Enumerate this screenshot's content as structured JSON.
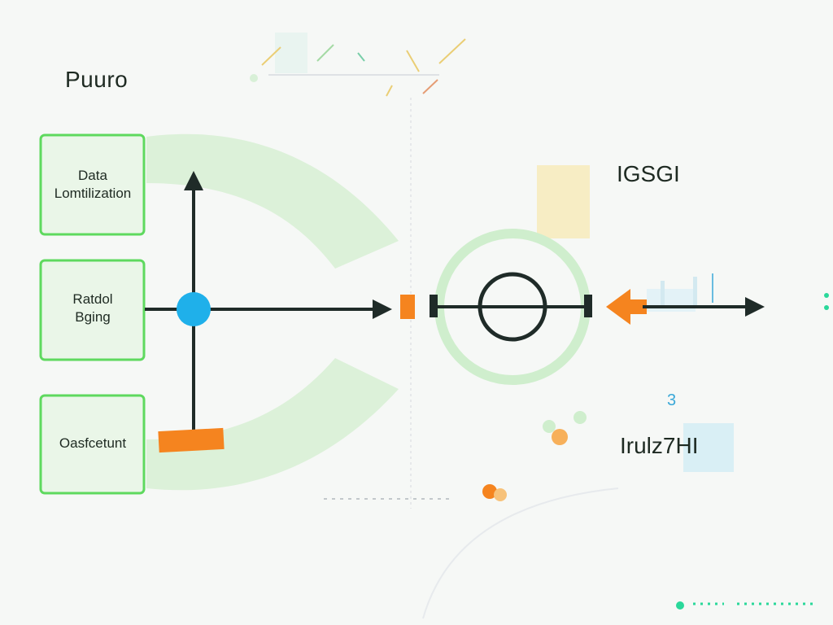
{
  "title": "Puuro",
  "boxes": [
    {
      "label": "Data\nLomtilization"
    },
    {
      "label": "Ratdol\nBging"
    },
    {
      "label": "Oasfcetunt"
    }
  ],
  "labels": {
    "top_right": "IGSGI",
    "bottom_right": "Irulz7HI",
    "number": "3"
  },
  "colors": {
    "green": "#5ed95e",
    "light_green": "#cfeecd",
    "dark": "#1f2b28",
    "blue": "#1fb0ea",
    "orange": "#f5841f",
    "yellow": "#f7edc4",
    "light_blue": "#d9eff5"
  }
}
